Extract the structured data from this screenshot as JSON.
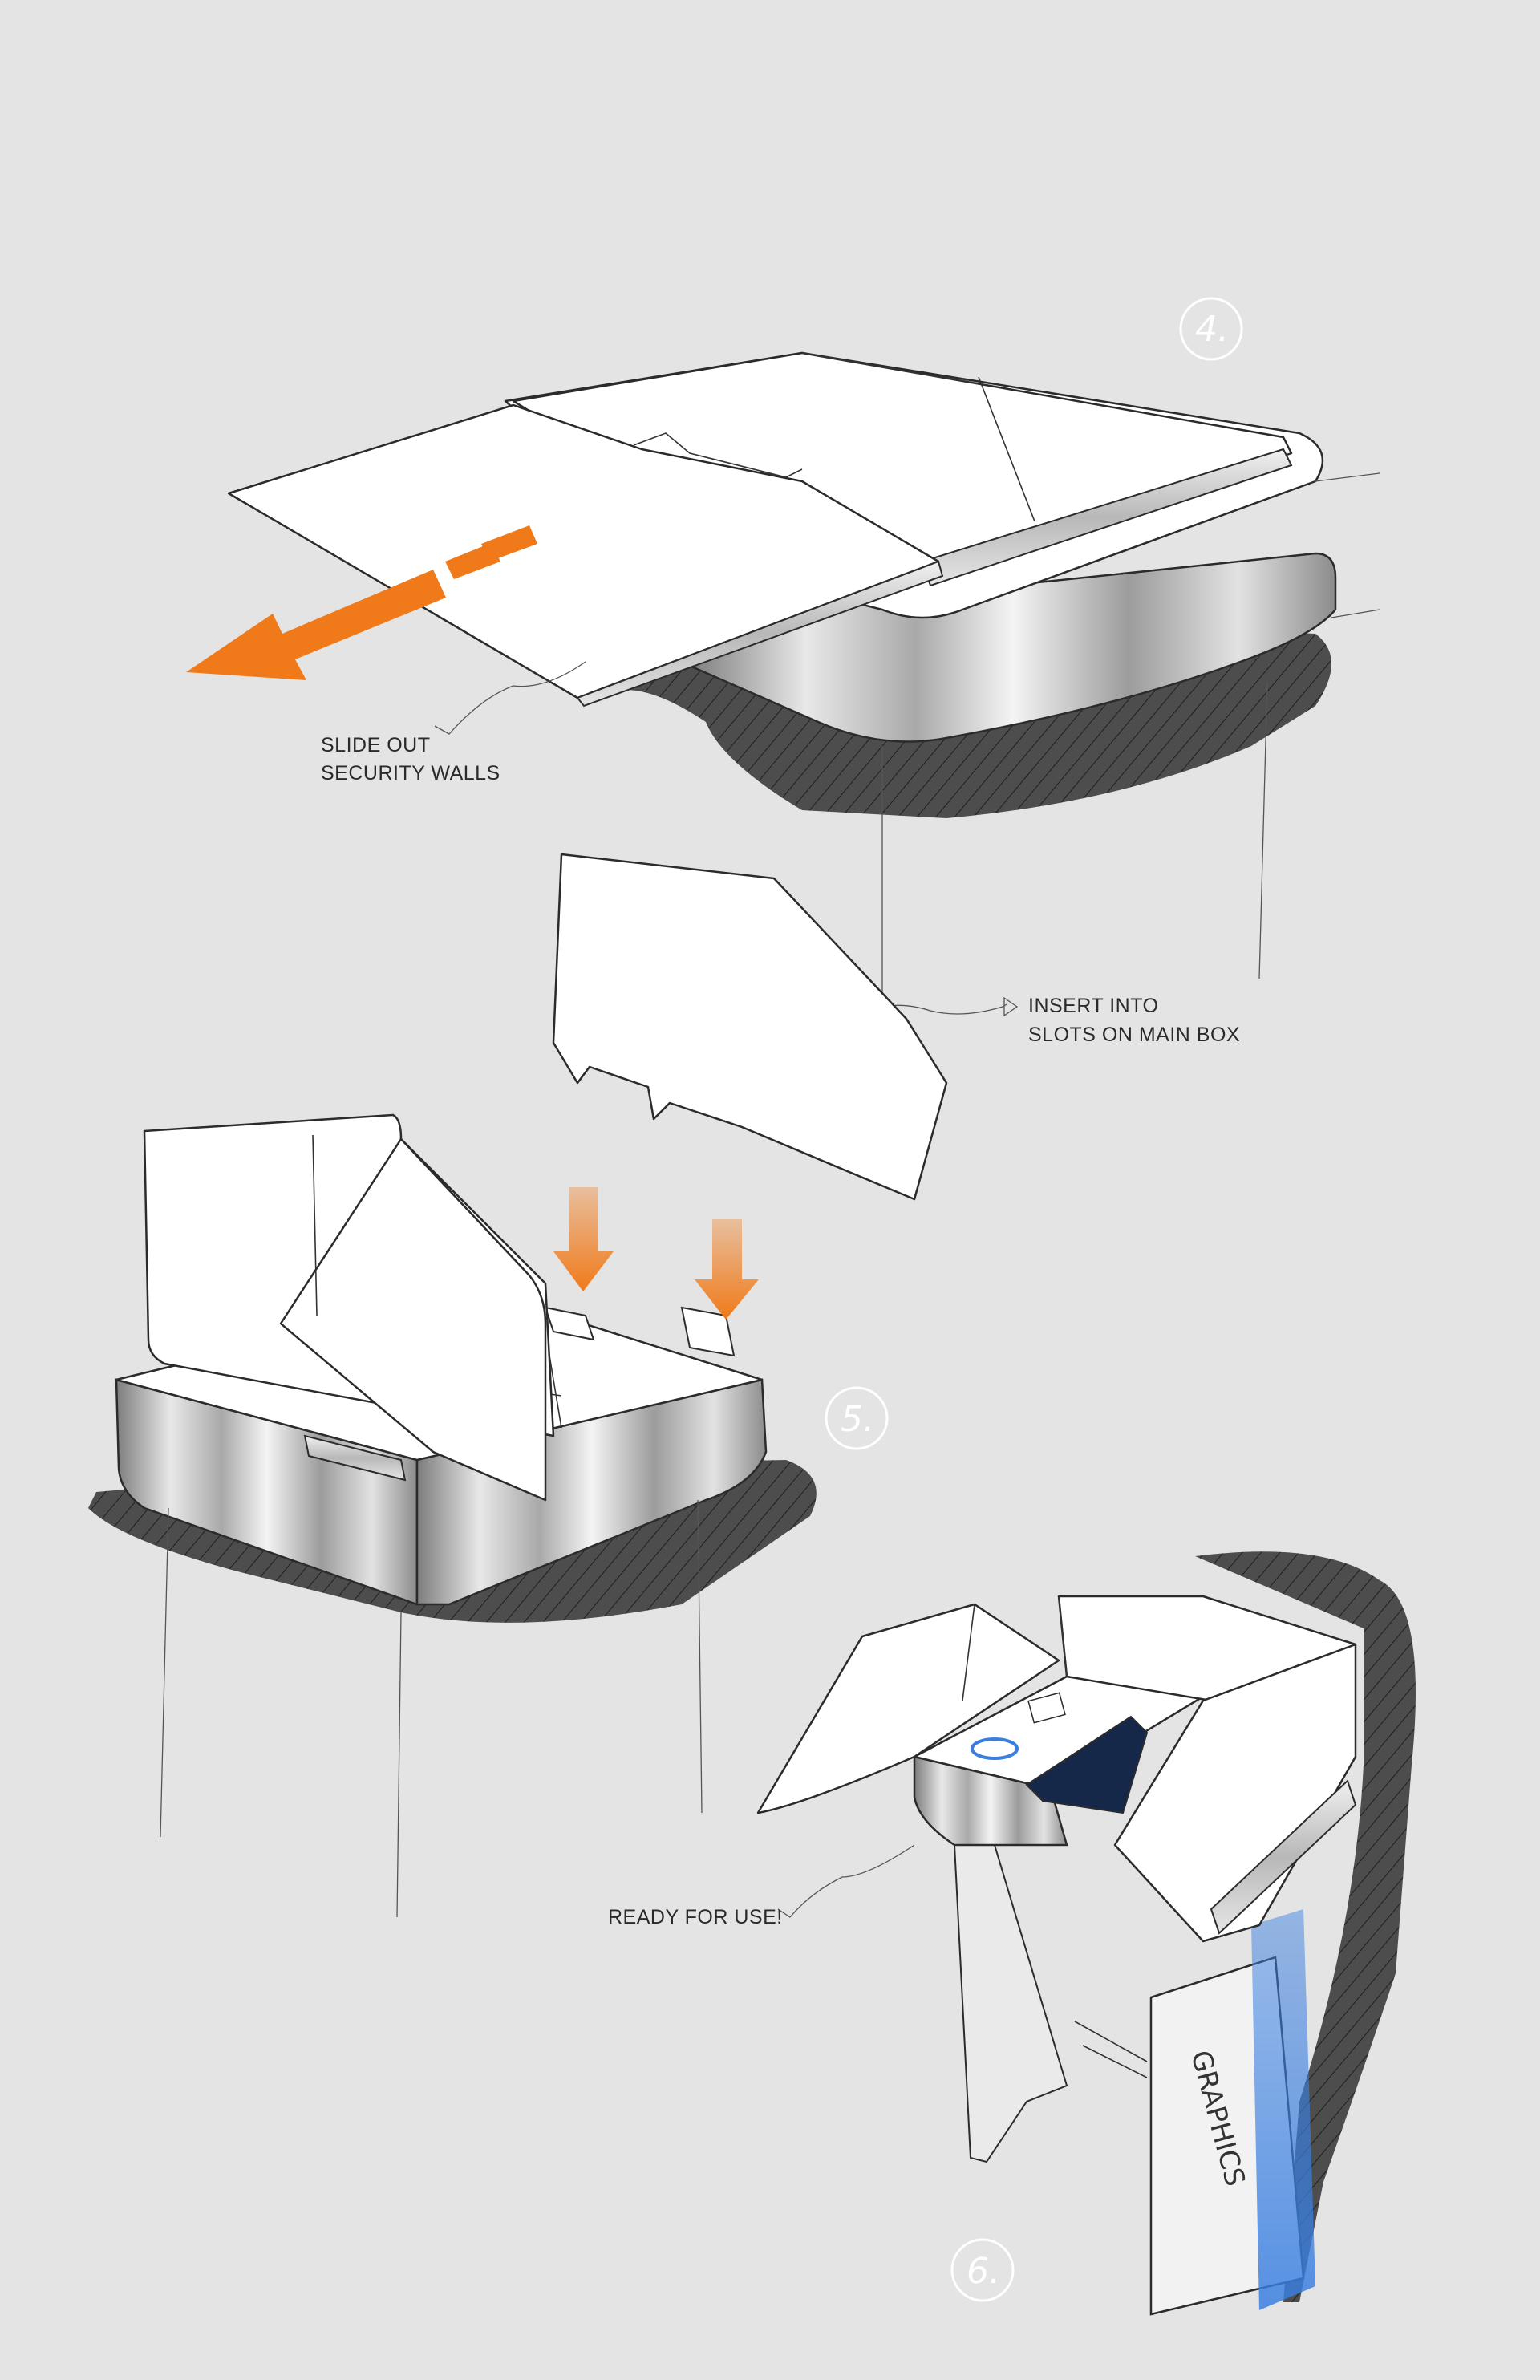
{
  "steps": {
    "step4": "4.",
    "step5": "5.",
    "step6": "6."
  },
  "annotations": {
    "slide_out_line1": "SLIDE OUT",
    "slide_out_line2": "SECURITY WALLS",
    "insert_line1": "INSERT INTO",
    "insert_line2": "SLOTS ON MAIN BOX",
    "ready": "READY FOR USE!",
    "graphics": "GRAPHICS"
  },
  "colors": {
    "background": "#e4e4e4",
    "arrow_orange": "#f07a1a",
    "accent_blue": "#3a7fe0",
    "navy_panel": "#16284a",
    "metal_light": "#f2f2f2",
    "metal_dark": "#8a8a8a"
  }
}
